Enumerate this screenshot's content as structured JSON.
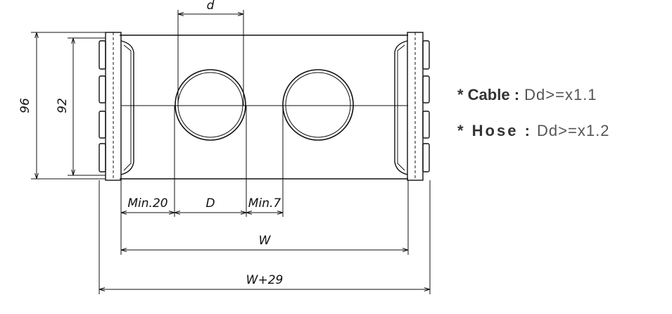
{
  "dimensions": {
    "d": "d",
    "h96": "96",
    "h92": "92",
    "min20": "Min.20",
    "D": "D",
    "min7": "Min.7",
    "W": "W",
    "W29": "W+29"
  },
  "notes": [
    {
      "label": "* Cable :",
      "value": " Dd>=x1.1"
    },
    {
      "label": "* Hose :",
      "value": " Dd>=x1.2"
    }
  ],
  "colors": {
    "line": "#111111",
    "text": "#333333"
  }
}
